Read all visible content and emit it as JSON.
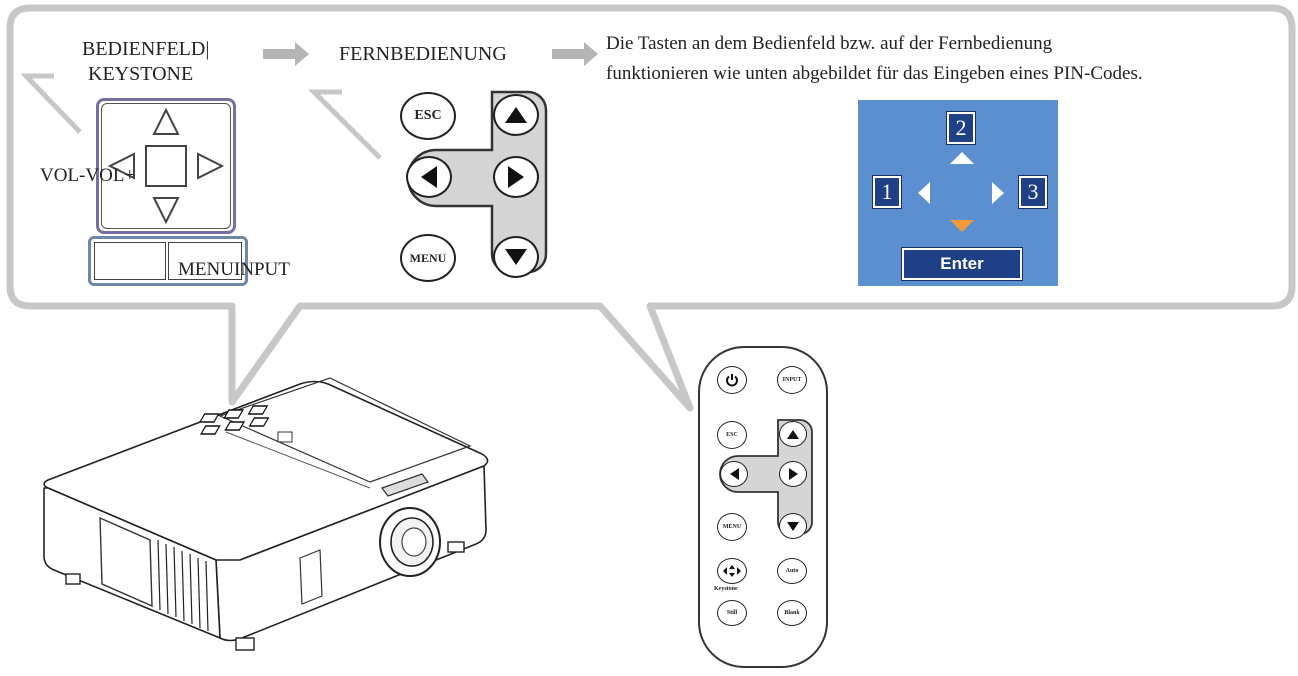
{
  "labels": {
    "bedienfeld": "BEDIENFELD|",
    "keystone": "KEYSTONE",
    "fernbedienung": "FERNBEDIENUNG",
    "vol": "VOL-VOL+",
    "menu_input": "MENUINPUT",
    "description_line1": "Die Tasten an dem Bedienfeld bzw. auf der Fernbedienung",
    "description_line2": "funktionieren wie unten abgebildet für das Eingeben eines PIN-Codes."
  },
  "remote_buttons": {
    "esc": "ESC",
    "menu": "MENU"
  },
  "pin_dialog": {
    "digit_top": "2",
    "digit_left": "1",
    "digit_right": "3",
    "enter_label": "Enter",
    "bg_color": "#5b8fcf",
    "up_arrow_color": "#ffffff",
    "down_arrow_color": "#f29a3a"
  },
  "small_remote": {
    "power_icon": "power-icon",
    "input": "INPUT",
    "esc": "ESC",
    "menu": "MENU",
    "keystone_btn": "",
    "keystone_caption": "Keystone",
    "auto": "Auto",
    "still": "Still",
    "blank": "Blank"
  },
  "icons": [
    "arrow-right-icon",
    "arrow-up-icon",
    "arrow-down-icon",
    "arrow-left-icon",
    "power-icon"
  ]
}
